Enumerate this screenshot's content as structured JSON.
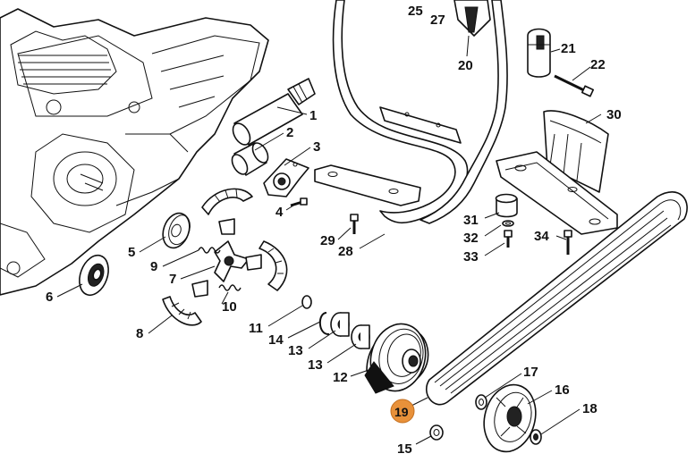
{
  "part_labels": {
    "p1": "1",
    "p2": "2",
    "p3": "3",
    "p4": "4",
    "p5": "5",
    "p6": "6",
    "p7": "7",
    "p8": "8",
    "p9": "9",
    "p10": "10",
    "p11": "11",
    "p12": "12",
    "p13a": "13",
    "p13b": "13",
    "p14": "14",
    "p15": "15",
    "p16": "16",
    "p17": "17",
    "p18": "18",
    "p19": "19",
    "p20": "20",
    "p21": "21",
    "p22": "22",
    "p25": "25",
    "p27": "27",
    "p28": "28",
    "p29": "29",
    "p30": "30",
    "p31": "31",
    "p32": "32",
    "p33": "33",
    "p34": "34"
  },
  "highlight": {
    "part": "19",
    "color": "#e8913a"
  }
}
